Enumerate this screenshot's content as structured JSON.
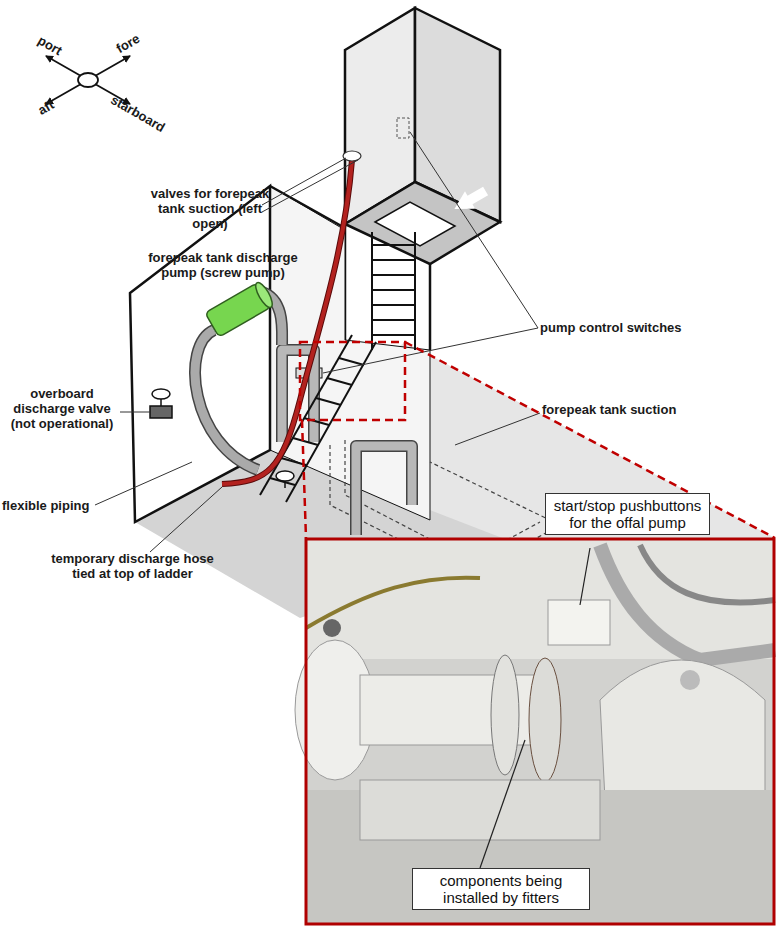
{
  "diagram": {
    "nodes": [
      {
        "text": [
          "start/stop pushbuttons for the offal pump"
        ]
      },
      {
        "text": [
          "components being installed by fitters"
        ]
      }
    ],
    "labels": [
      "port",
      "fore",
      "aft",
      "starboard",
      "valves for forepeak tank suction (left open)",
      "pump control switches",
      "forepeak tank discharge pump (screw pump)",
      "forepeak tank suction",
      "overboard discharge valve (not operational)",
      "flexible piping",
      "temporary discharge hose tied at top of ladder"
    ]
  }
}
